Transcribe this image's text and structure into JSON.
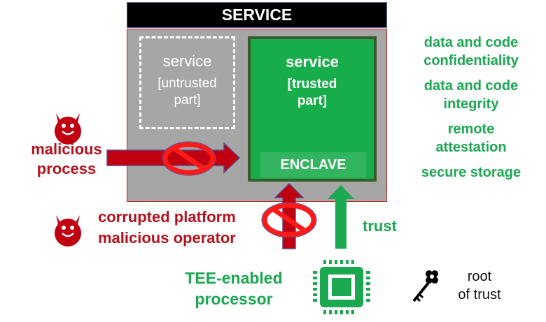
{
  "service_header": "SERVICE",
  "untrusted_part": {
    "title": "service",
    "subtitle_line1": "[untrusted",
    "subtitle_line2": "part]"
  },
  "trusted_part": {
    "title": "service",
    "subtitle_line1": "[trusted",
    "subtitle_line2": "part]"
  },
  "enclave_label": "ENCLAVE",
  "properties": [
    {
      "line1": "data  and code",
      "line2": "confidentiality"
    },
    {
      "line1": "data and code",
      "line2": "integrity"
    },
    {
      "line1": "remote",
      "line2": "attestation"
    },
    {
      "line1": "secure storage",
      "line2": ""
    }
  ],
  "threats": {
    "malicious_process": {
      "line1": "malicious",
      "line2": "process",
      "icon": "devil-face-icon"
    },
    "platform": {
      "line1": "corrupted platform",
      "line2": "malicious operator",
      "icon": "devil-face-icon"
    }
  },
  "trust_label": "trust",
  "processor": {
    "line1": "TEE-enabled",
    "line2": "processor",
    "icon": "cpu-chip-icon"
  },
  "root_of_trust": {
    "line1": "root",
    "line2": "of trust",
    "icon": "key-icon"
  },
  "colors": {
    "green": "#1aa850",
    "red": "#b8101a",
    "gray": "#a6a6a6",
    "enclave_green": "#18ad4b"
  }
}
